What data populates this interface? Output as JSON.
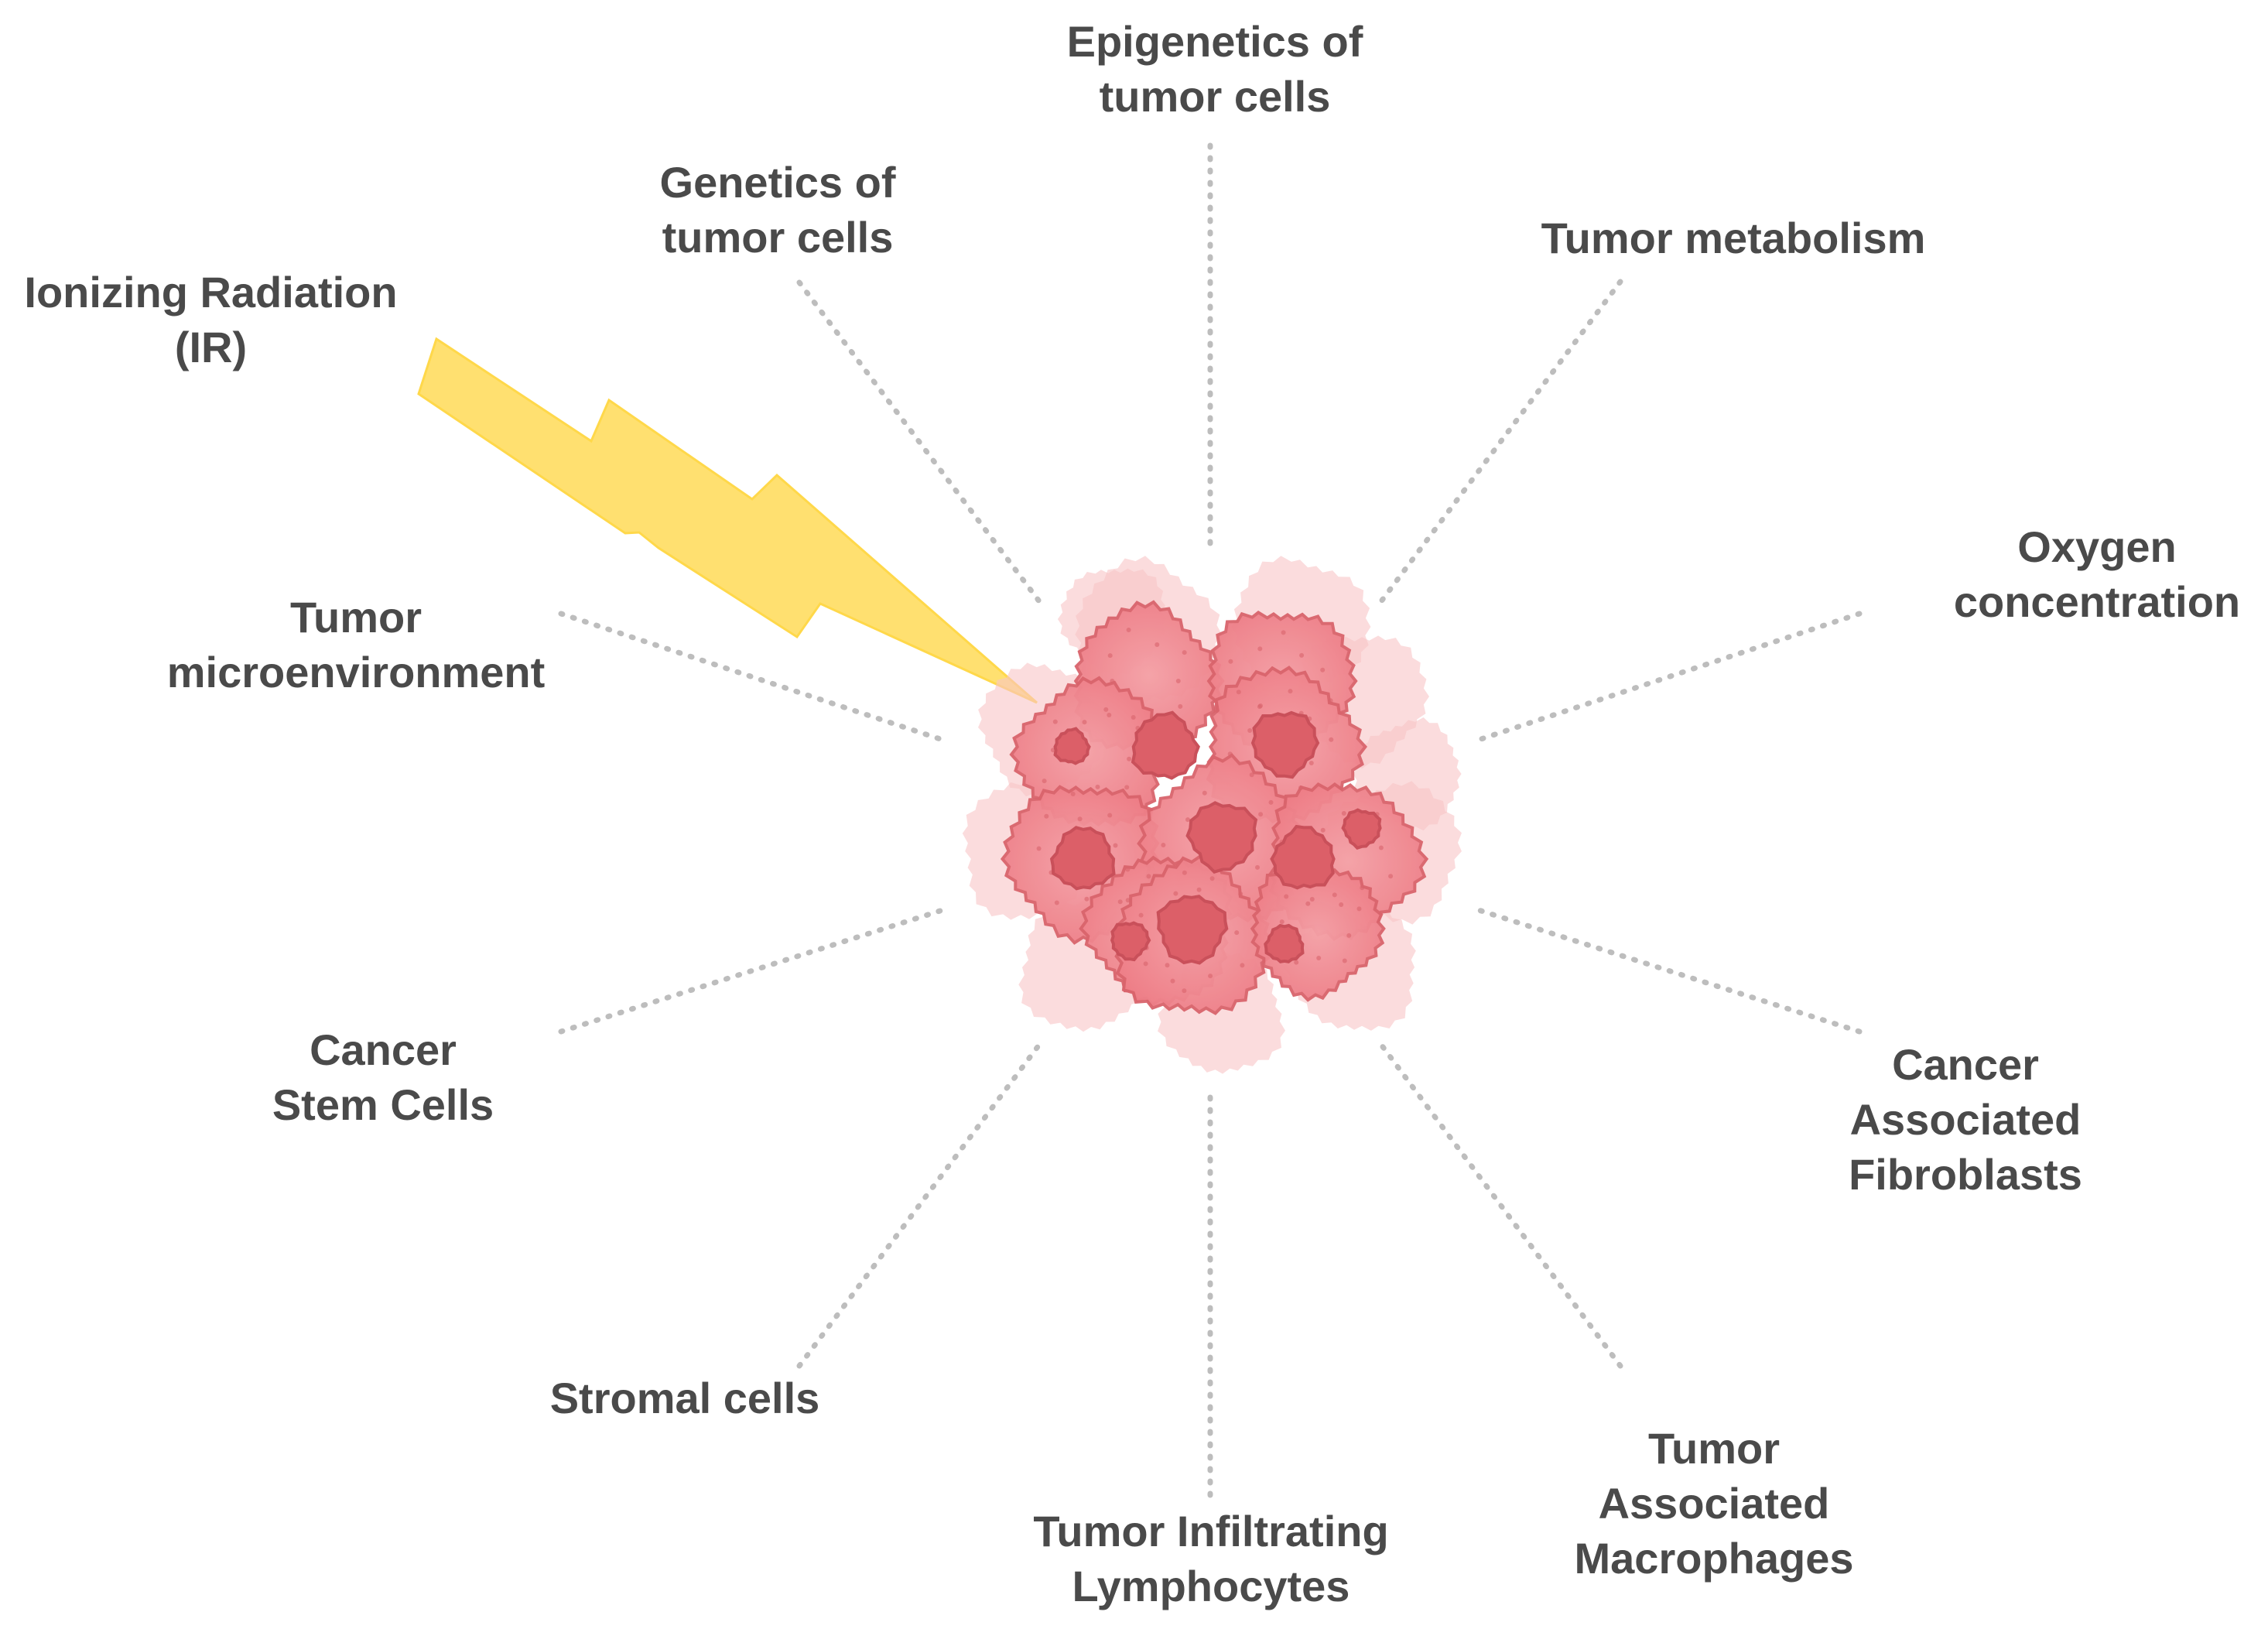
{
  "colors": {
    "label_text": "#4a4a4a",
    "connector": "#bdbdbd",
    "lightning": "#ffe070",
    "cell_fill": "#f2888f",
    "cell_stroke": "#d9646c",
    "cell_pale": "#f9c4c7",
    "nucleus": "#dc5f68"
  },
  "icons": {
    "radiation": "lightning-bolt-icon",
    "tumor": "tumor-cell-cluster-icon"
  },
  "labels": {
    "ionizing_radiation": [
      "Ionizing Radiation",
      "(IR)"
    ],
    "genetics": [
      "Genetics of",
      "tumor cells"
    ],
    "epigenetics": [
      "Epigenetics of",
      "tumor cells"
    ],
    "metabolism": [
      "Tumor metabolism"
    ],
    "oxygen": [
      "Oxygen",
      "concentration"
    ],
    "microenvironment": [
      "Tumor",
      "microenvironment"
    ],
    "caf": [
      "Cancer",
      "Associated",
      "Fibroblasts"
    ],
    "csc": [
      "Cancer",
      "Stem Cells"
    ],
    "stromal": [
      "Stromal cells"
    ],
    "til": [
      "Tumor Infiltrating",
      "Lymphocytes"
    ],
    "tam": [
      "Tumor",
      "Associated",
      "Macrophages"
    ]
  }
}
